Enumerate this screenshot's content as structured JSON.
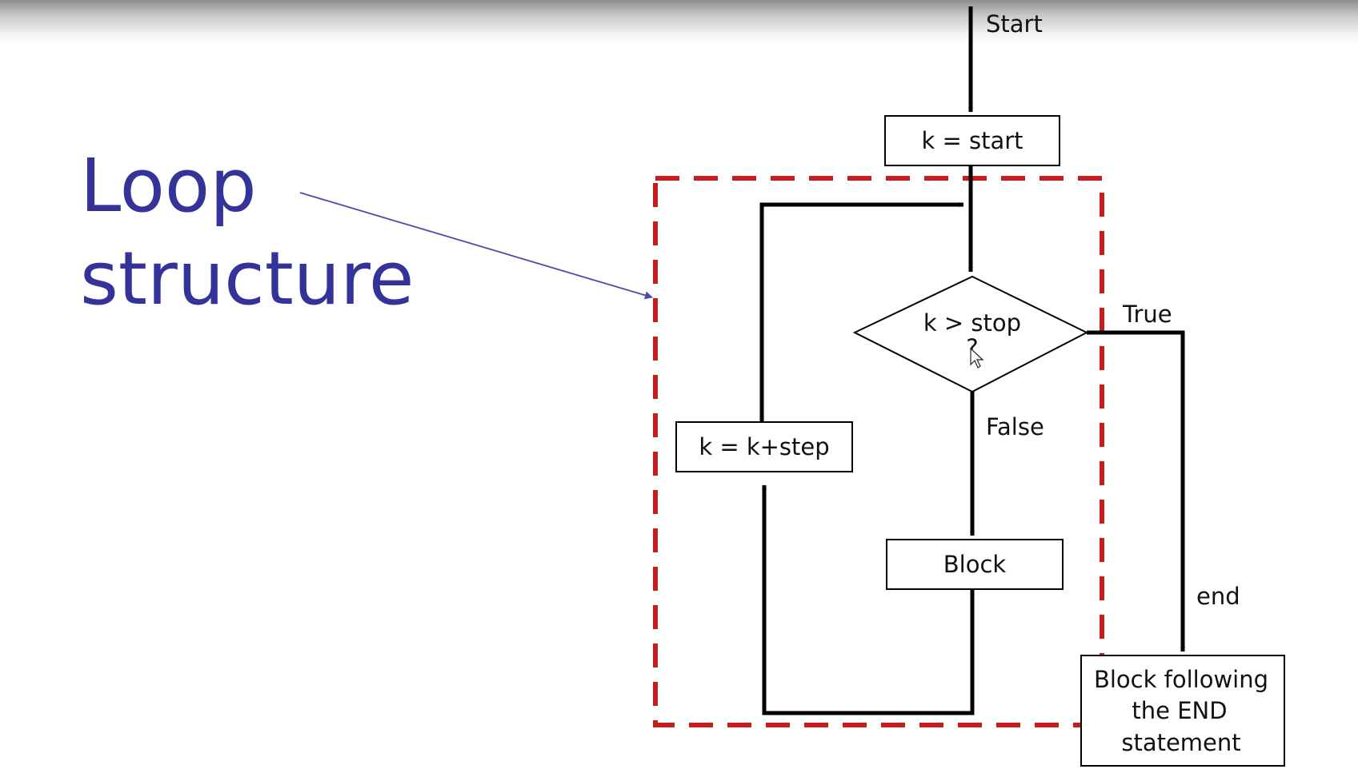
{
  "slide": {
    "title_line1": "Loop",
    "title_line2": "structure"
  },
  "flowchart": {
    "start_label": "Start",
    "init_box": "k = start",
    "decision_line1": "k > stop",
    "decision_line2": "?",
    "true_label": "True",
    "false_label": "False",
    "step_box": "k = k+step",
    "block_box": "Block",
    "end_label": "end",
    "after_line1": "Block following",
    "after_line2": "the END",
    "after_line3": "statement"
  },
  "colors": {
    "title": "#333399",
    "annotation_arrow": "#4a4aa8",
    "loop_boundary": "#c41e1e",
    "flow_lines": "#000000"
  }
}
